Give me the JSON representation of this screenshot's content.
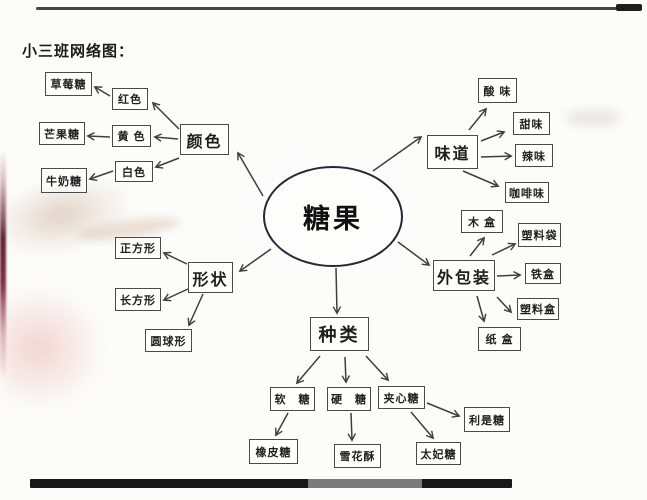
{
  "header": {
    "title": "小三班网络图："
  },
  "mindmap": {
    "center": "糖果",
    "color": {
      "label": "颜色",
      "red": "红色",
      "yellow": "黄 色",
      "white": "白色",
      "strawberry": "草莓糖",
      "mango": "芒果糖",
      "milk": "牛奶糖"
    },
    "taste": {
      "label": "味道",
      "sour": "酸 味",
      "sweet": "甜味",
      "spicy": "辣味",
      "coffee": "咖啡味"
    },
    "shape": {
      "label": "形状",
      "square": "正方形",
      "rectangle": "长方形",
      "sphere": "圆球形"
    },
    "packaging": {
      "label": "外包装",
      "wooden_box": "木 盒",
      "plastic_bag": "塑料袋",
      "iron_box": "铁盒",
      "plastic_box": "塑料盒",
      "paper_box": "纸 盒"
    },
    "category": {
      "label": "种类",
      "soft": "软　糖",
      "hard": "硬　糖",
      "filled": "夹心糖",
      "gummy": "橡皮糖",
      "snowflake_crisp": "雪花酥",
      "toffee": "太妃糖",
      "lucky": "利是糖"
    }
  },
  "colors": {
    "ink": "#3f3f3f",
    "box_border": "#4a4a4a",
    "ellipse_stroke": "#222a38",
    "paper": "#fcfcfa"
  }
}
